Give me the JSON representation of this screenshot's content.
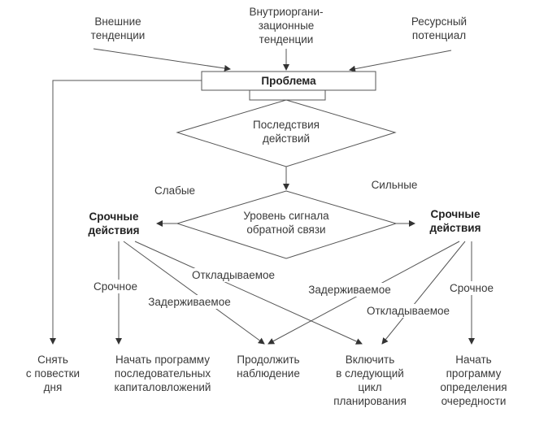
{
  "inputs": {
    "external": "Внешние\nтенденции",
    "internal": "Внутриоргани-\nзационные\nтенденции",
    "resource": "Ресурсный\nпотенциал"
  },
  "problem": "Проблема",
  "decision1": "Последствия\nдействий",
  "weak": "Слабые",
  "strong": "Сильные",
  "decision2": "Уровень сигнала\nобратной связи",
  "left_action": "Срочные\nдействия",
  "right_action": "Срочные\nдействия",
  "edge_labels": {
    "left_urgent": "Срочное",
    "left_postponed": "Откладываемое",
    "left_delayed": "Задерживаемое",
    "right_delayed": "Задерживаемое",
    "right_postponed": "Откладываемое",
    "right_urgent": "Срочное"
  },
  "outcomes": [
    "Снять\nс повестки\nдня",
    "Начать программу\nпоследовательных\nкапиталовложений",
    "Продолжить\nнаблюдение",
    "Включить\nв следующий\nцикл\nпланирования",
    "Начать\nпрограмму\nопределения\nочередности"
  ]
}
